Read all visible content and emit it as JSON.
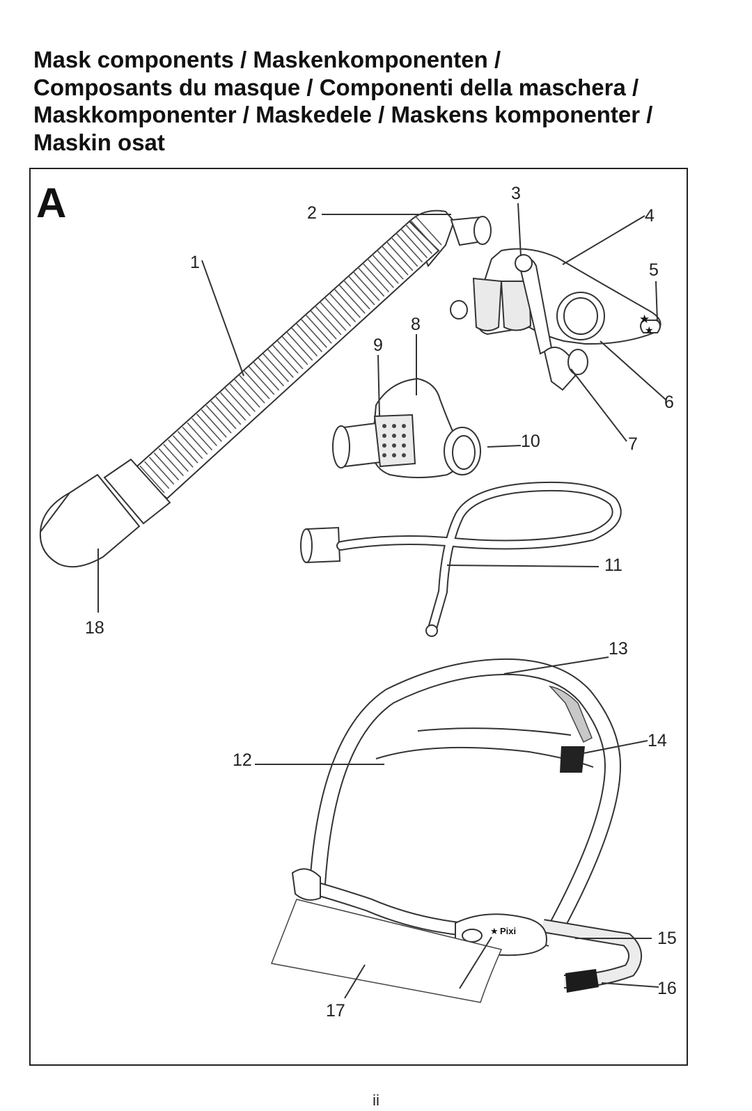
{
  "title_lines": [
    "Mask components / Maskenkomponenten /",
    "Composants du masque / Componenti della maschera /",
    "Maskkomponenter / Maskedele / Maskens komponenter /",
    "Maskin osat"
  ],
  "figure": {
    "letter": "A",
    "callouts": [
      "1",
      "2",
      "3",
      "4",
      "5",
      "6",
      "7",
      "8",
      "9",
      "10",
      "11",
      "12",
      "13",
      "14",
      "15",
      "16",
      "17",
      "18"
    ],
    "headgear_label": "Pixi",
    "star_symbol": "★"
  },
  "page_number": "ii"
}
